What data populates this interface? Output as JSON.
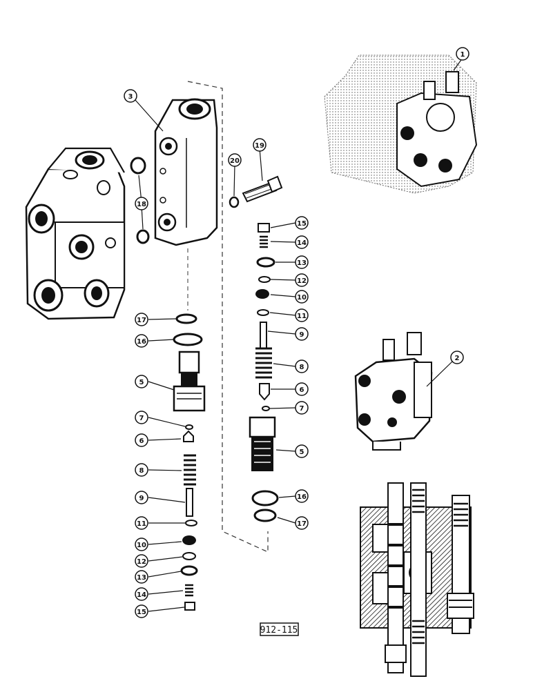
{
  "reference_code": "912-115",
  "callouts": {
    "c1": "1",
    "c2": "2",
    "c3": "3",
    "c18": "18",
    "c19": "19",
    "c20": "20",
    "c15a": "15",
    "c14a": "14",
    "c13a": "13",
    "c12a": "12",
    "c10a": "10",
    "c11a": "11",
    "c9a": "9",
    "c8a": "8",
    "c6a": "6",
    "c7a": "7",
    "c5a": "5",
    "c16a": "16",
    "c17a": "17",
    "c17b": "17",
    "c16b": "16",
    "c5b": "5",
    "c7b": "7",
    "c6b": "6",
    "c8b": "8",
    "c9b": "9",
    "c11b": "11",
    "c10b": "10",
    "c12b": "12",
    "c13b": "13",
    "c14b": "14",
    "c15b": "15"
  }
}
